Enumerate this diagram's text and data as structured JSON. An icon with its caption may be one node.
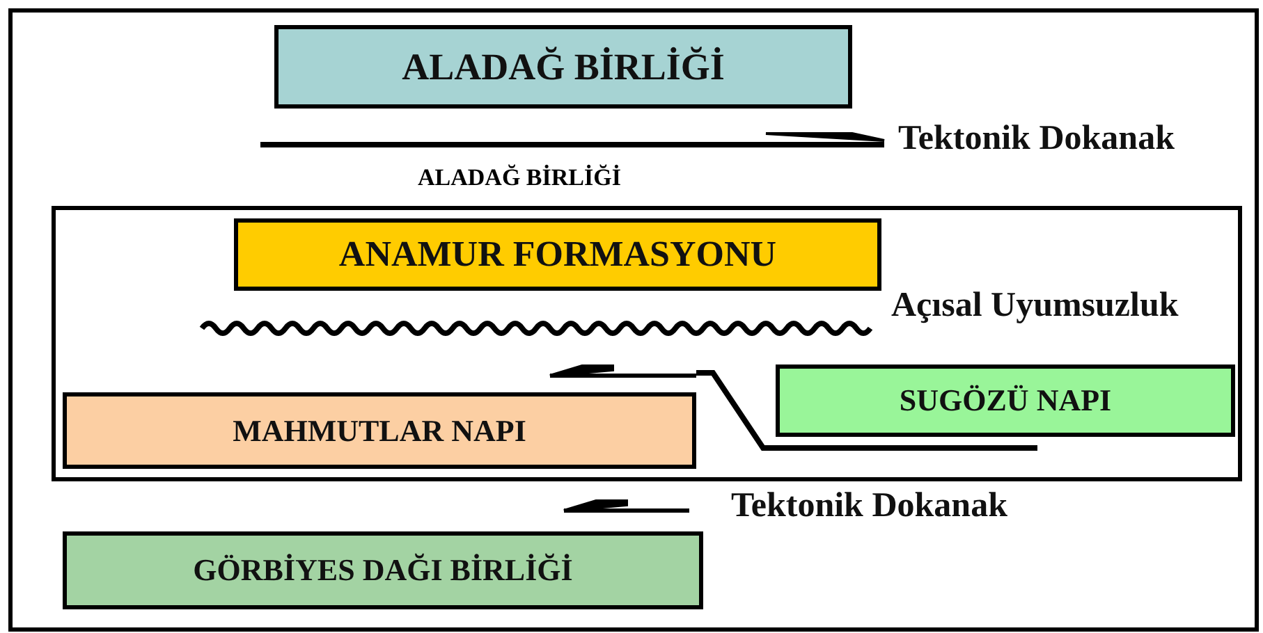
{
  "diagram": {
    "nodes": [
      {
        "text": [
          "ALADAĞ BİRLİĞİ"
        ]
      },
      {
        "text": [
          "ALADAĞ BİRLİĞİ"
        ]
      },
      {
        "text": [
          "ANAMUR FORMASYONU"
        ],
        "in": 1
      },
      {
        "text": [
          "MAHMUTLAR NAPI"
        ],
        "in": 1
      },
      {
        "text": [
          "SUGÖZÜ NAPI"
        ],
        "in": 1
      },
      {
        "text": [
          "GÖRBİYES DAĞI BİRLİĞİ"
        ]
      }
    ],
    "labels": [
      "Tektonik Dokanak",
      "Açısal Uyumsuzluk",
      "Tektonik Dokanak"
    ]
  }
}
